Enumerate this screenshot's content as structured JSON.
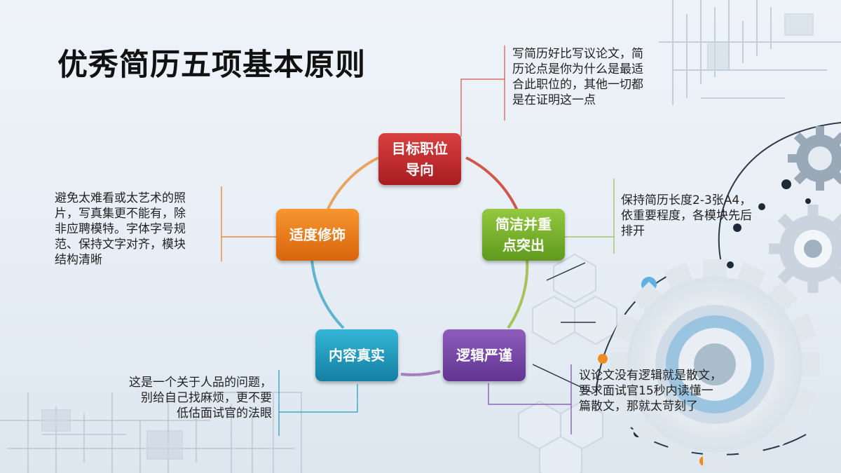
{
  "title": "优秀简历五项基本原则",
  "principles": [
    {
      "label_lines": [
        "目标职位",
        "导向"
      ],
      "color": "#c0282c",
      "note_lines": [
        "写简历好比写议论文，简",
        "历论点是你为什么是最适",
        "合此职位的，其他一切都",
        "是在证明这一点"
      ]
    },
    {
      "label_lines": [
        "简洁并重",
        "点突出"
      ],
      "color": "#7cb32e",
      "note_lines": [
        "保持简历长度2-3张A4，",
        "依重要程度，各模块先后",
        "排开"
      ]
    },
    {
      "label_lines": [
        "逻辑严谨"
      ],
      "color": "#7a4aa6",
      "note_lines": [
        "议论文没有逻辑就是散文，",
        "要求面试官15秒内读懂一",
        "篇散文，那就太苛刻了"
      ]
    },
    {
      "label_lines": [
        "内容真实"
      ],
      "color": "#1f9dbe",
      "note_lines": [
        "这是一个关于人品的问题，",
        "别给自己找麻烦，更不要",
        "低估面试官的法眼"
      ]
    },
    {
      "label_lines": [
        "适度修饰"
      ],
      "color": "#ec7b1a",
      "note_lines": [
        "避免太难看或太艺术的照",
        "片，写真集更不能有，除",
        "非应聘模特。字体字号规",
        "范、保持文字对齐，模块",
        "结构清晰"
      ]
    }
  ]
}
